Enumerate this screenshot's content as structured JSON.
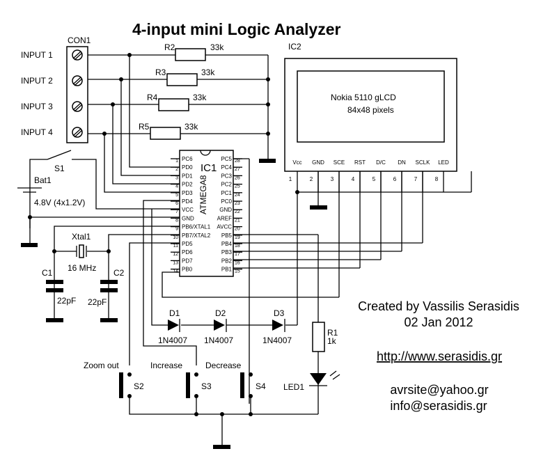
{
  "title": "4-input mini Logic Analyzer",
  "connector": {
    "ref": "CON1",
    "inputs": [
      "INPUT 1",
      "INPUT 2",
      "INPUT 3",
      "INPUT 4"
    ]
  },
  "resistors": [
    {
      "ref": "R2",
      "value": "33k"
    },
    {
      "ref": "R3",
      "value": "33k"
    },
    {
      "ref": "R4",
      "value": "33k"
    },
    {
      "ref": "R5",
      "value": "33k"
    },
    {
      "ref": "R1",
      "value": "1k"
    }
  ],
  "switch_s1": "S1",
  "battery": {
    "ref": "Bat1",
    "value": "4.8V (4x1.2V)"
  },
  "crystal": {
    "ref": "Xtal1",
    "value": "16 MHz"
  },
  "capacitors": [
    {
      "ref": "C1",
      "value": "22pF"
    },
    {
      "ref": "C2",
      "value": "22pF"
    }
  ],
  "ic1": {
    "ref": "IC1",
    "part": "ATMEGA8",
    "left_pins": [
      {
        "num": "1",
        "name": "PC6"
      },
      {
        "num": "2",
        "name": "PD0"
      },
      {
        "num": "3",
        "name": "PD1"
      },
      {
        "num": "4",
        "name": "PD2"
      },
      {
        "num": "5",
        "name": "PD3"
      },
      {
        "num": "6",
        "name": "PD4"
      },
      {
        "num": "7",
        "name": "VCC"
      },
      {
        "num": "8",
        "name": "GND"
      },
      {
        "num": "9",
        "name": "PB6/XTAL1"
      },
      {
        "num": "10",
        "name": "PB7/XTAL2"
      },
      {
        "num": "11",
        "name": "PD5"
      },
      {
        "num": "12",
        "name": "PD6"
      },
      {
        "num": "13",
        "name": "PD7"
      },
      {
        "num": "14",
        "name": "PB0"
      }
    ],
    "right_pins": [
      {
        "num": "28",
        "name": "PC5"
      },
      {
        "num": "27",
        "name": "PC4"
      },
      {
        "num": "26",
        "name": "PC3"
      },
      {
        "num": "25",
        "name": "PC2"
      },
      {
        "num": "24",
        "name": "PC1"
      },
      {
        "num": "23",
        "name": "PC0"
      },
      {
        "num": "22",
        "name": "GND"
      },
      {
        "num": "21",
        "name": "AREF"
      },
      {
        "num": "20",
        "name": "AVCC"
      },
      {
        "num": "19",
        "name": "PB5"
      },
      {
        "num": "18",
        "name": "PB4"
      },
      {
        "num": "17",
        "name": "PB3"
      },
      {
        "num": "16",
        "name": "PB2"
      },
      {
        "num": "15",
        "name": "PB1"
      }
    ]
  },
  "ic2": {
    "ref": "IC2",
    "line1": "Nokia 5110 gLCD",
    "line2": "84x48 pixels",
    "pins": [
      {
        "num": "1",
        "name": "Vcc"
      },
      {
        "num": "2",
        "name": "GND"
      },
      {
        "num": "3",
        "name": "SCE"
      },
      {
        "num": "4",
        "name": "RST"
      },
      {
        "num": "5",
        "name": "D/C"
      },
      {
        "num": "6",
        "name": "DN"
      },
      {
        "num": "7",
        "name": "SCLK"
      },
      {
        "num": "8",
        "name": "LED"
      }
    ]
  },
  "diodes": [
    {
      "ref": "D1",
      "part": "1N4007"
    },
    {
      "ref": "D2",
      "part": "1N4007"
    },
    {
      "ref": "D3",
      "part": "1N4007"
    }
  ],
  "buttons": [
    {
      "ref": "S2",
      "label": "Zoom out"
    },
    {
      "ref": "S3",
      "label": "Increase"
    },
    {
      "ref": "S4",
      "label": "Decrease"
    }
  ],
  "led": "LED1",
  "credits": {
    "author": "Created by Vassilis Serasidis",
    "date": "02 Jan 2012",
    "url": "http://www.serasidis.gr",
    "email1": "avrsite@yahoo.gr",
    "email2": "info@serasidis.gr"
  }
}
